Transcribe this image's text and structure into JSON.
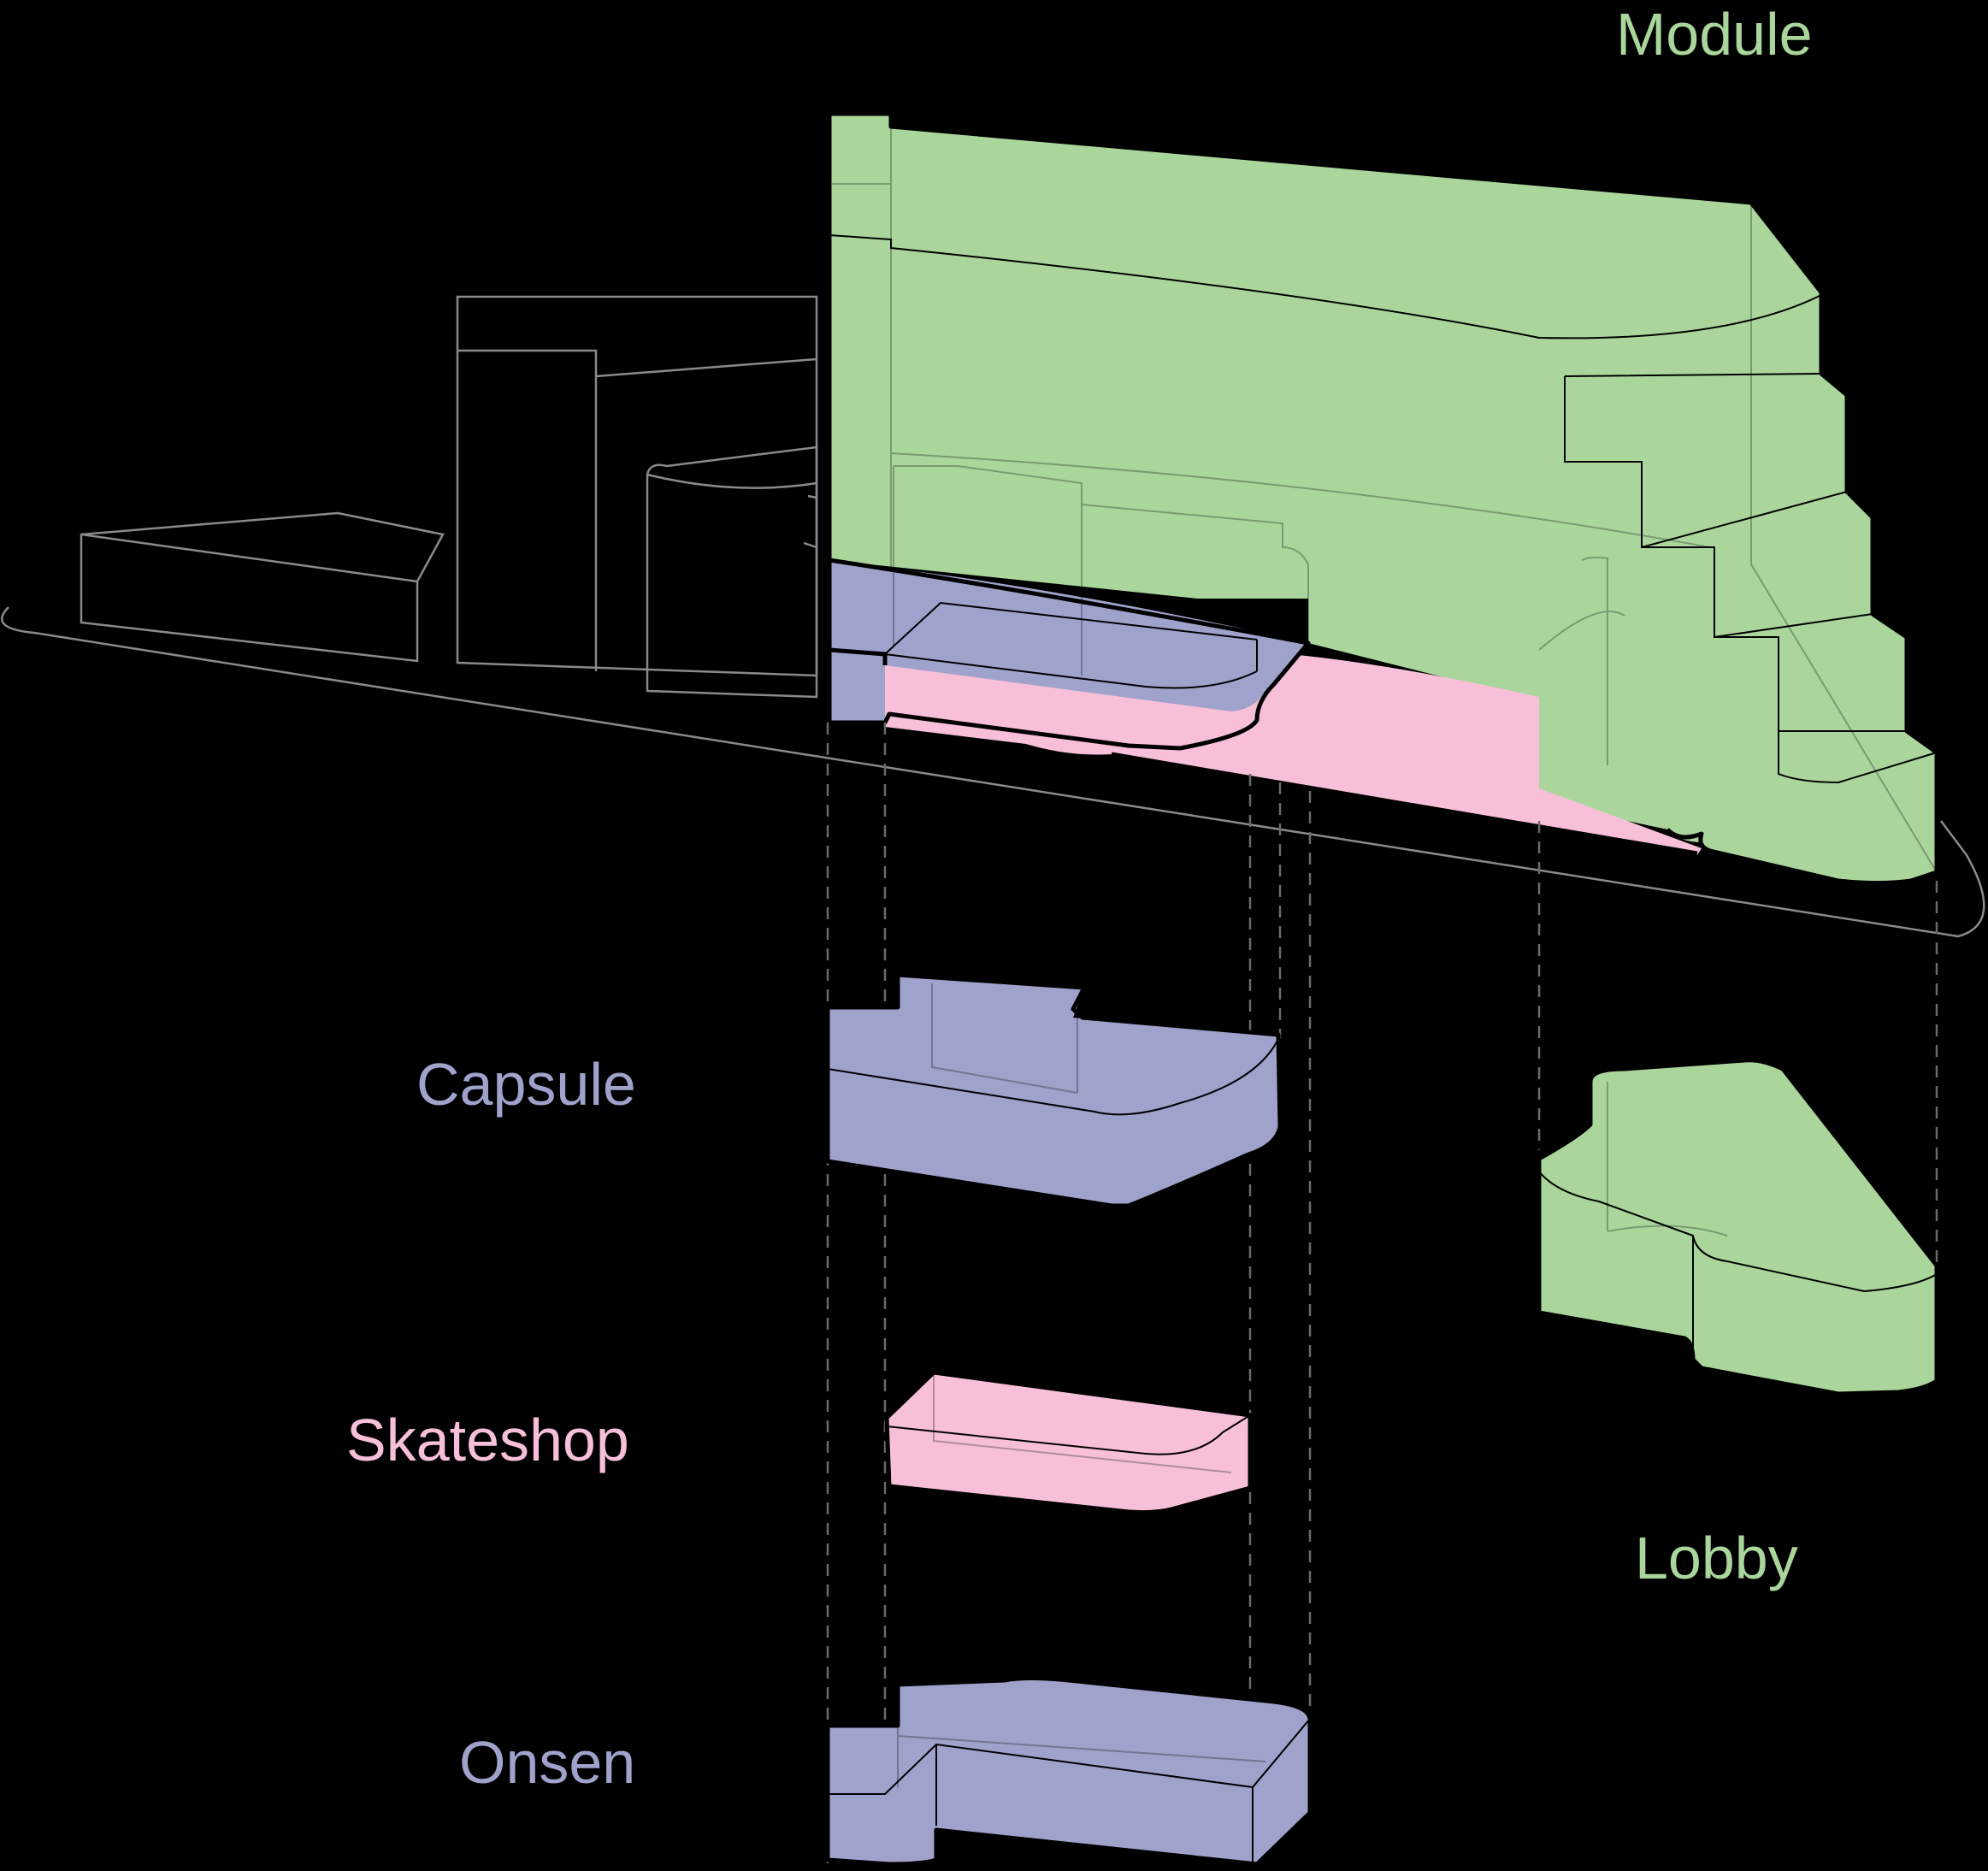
{
  "labels": {
    "module": "Module",
    "capsule": "Capsule",
    "skateshop": "Skateshop",
    "lobby": "Lobby",
    "onsen": "Onsen"
  },
  "colors": {
    "background": "#000000",
    "module": "#aad69c",
    "capsule": "#9fa2cb",
    "skateshop": "#f7c0d8",
    "lobby": "#aad69c",
    "onsen": "#9fa2cb",
    "module_label": "#aad69c",
    "capsule_label": "#9fa2cb",
    "skateshop_label": "#f7c0d8",
    "lobby_label": "#aad69c",
    "onsen_label": "#9fa2cb",
    "context_outline": "#8a8a8a"
  }
}
